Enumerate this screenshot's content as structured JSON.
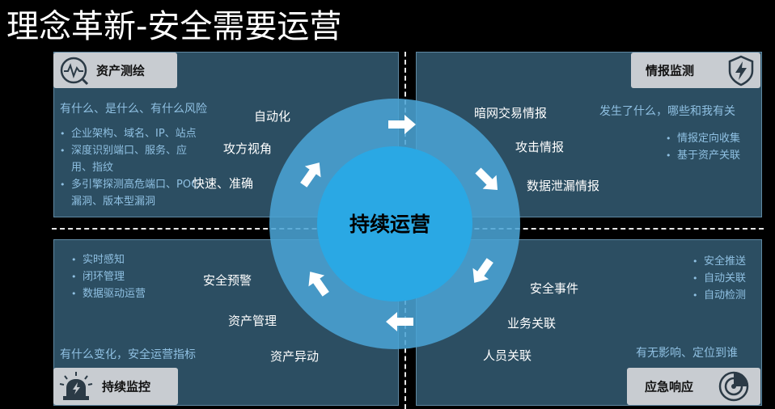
{
  "title": "理念革新-安全需要运营",
  "center": "持续运营",
  "quadrants": {
    "top_left": {
      "header": "资产测绘",
      "icon": "monitor-pulse-icon",
      "question": "有什么、是什么、有什么风险",
      "bullets": [
        "企业架构、域名、IP、站点",
        "深度识别端口、服务、应用、指纹",
        "多引擎探测高危端口、POC漏洞、版本型漏洞"
      ],
      "labels": [
        "自动化",
        "攻方视角",
        "快速、准确"
      ]
    },
    "top_right": {
      "header": "情报监测",
      "icon": "shield-lightning-icon",
      "question": "发生了什么，哪些和我有关",
      "bullets": [
        "情报定向收集",
        "基于资产关联"
      ],
      "labels": [
        "暗网交易情报",
        "攻击情报",
        "数据泄漏情报"
      ]
    },
    "bottom_left": {
      "header": "持续监控",
      "icon": "alarm-light-icon",
      "question": "有什么变化，安全运营指标",
      "bullets": [
        "实时感知",
        "闭环管理",
        "数据驱动运营"
      ],
      "labels": [
        "安全预警",
        "资产管理",
        "资产异动"
      ]
    },
    "bottom_right": {
      "header": "应急响应",
      "icon": "radar-target-icon",
      "question": "有无影响、定位到谁",
      "bullets": [
        "安全推送",
        "自动关联",
        "自动检测"
      ],
      "labels": [
        "安全事件",
        "业务关联",
        "人员关联"
      ]
    }
  },
  "colors": {
    "quad_fill": "#2c4e62",
    "quad_border": "#5f88a2",
    "outer_ring": "#4aa3d4",
    "inner_circle": "#2aa8e4",
    "header_bg": "#c8ccd1",
    "sub_text": "#8fc0e2"
  }
}
